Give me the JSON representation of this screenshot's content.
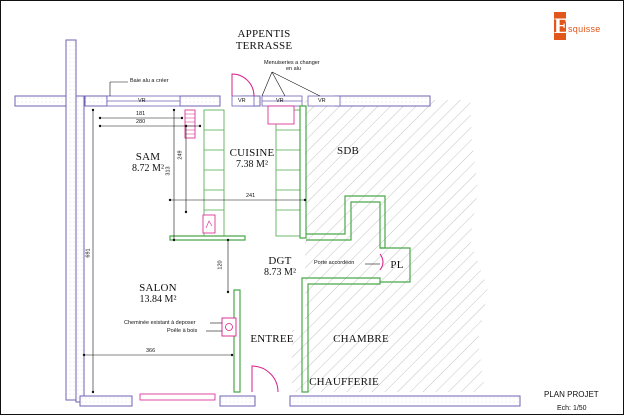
{
  "rooms": {
    "appentis": {
      "name": "APPENTIS"
    },
    "terrasse": {
      "name": "TERRASSE"
    },
    "sam": {
      "name": "SAM",
      "area": "8.72 M²"
    },
    "cuisine": {
      "name": "CUISINE",
      "area": "7.38 M²"
    },
    "sdb": {
      "name": "SDB"
    },
    "dgt": {
      "name": "DGT",
      "area": "8.73 M²"
    },
    "pl": {
      "name": "PL"
    },
    "salon": {
      "name": "SALON",
      "area": "13.84 M²"
    },
    "entree": {
      "name": "ENTREE"
    },
    "chambre": {
      "name": "CHAMBRE"
    },
    "chaufferie": {
      "name": "CHAUFFERIE"
    }
  },
  "annotations": {
    "baie": "Baie alu a créer",
    "menuiseries_line1": "Menuiseries a changer",
    "menuiseries_line2": "en alu",
    "porte_accordeon": "Porte accordéon",
    "cheminee": "Cheminée existant à deposer",
    "poele": "Poêle à bois"
  },
  "windows": {
    "vr": "VR"
  },
  "dimensions": {
    "d181": "181",
    "d280": "280",
    "d241": "241",
    "d366": "366",
    "d313": "313",
    "d249": "249",
    "d120": "120",
    "d691": "691"
  },
  "logo": {
    "letter": "E",
    "text": "squisse"
  },
  "title_block": {
    "title": "PLAN PROJET",
    "scale": "Ech: 1/50"
  },
  "colors": {
    "wall_outline": "#6f63b5",
    "new_wall": "#4aa84a",
    "door": "#d81f8a",
    "hatch": "#9a9a9a",
    "logo": "#e0561b"
  }
}
